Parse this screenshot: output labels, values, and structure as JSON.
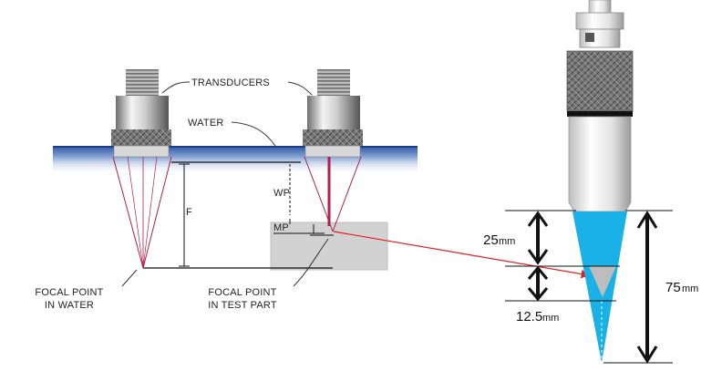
{
  "labels": {
    "transducers": "TRANSDUCERS",
    "water": "WATER",
    "wp": "WP",
    "mp": "MP",
    "f": "F",
    "focal_water_1": "FOCAL POINT",
    "focal_water_2": "IN WATER",
    "focal_part_1": "FOCAL POINT",
    "focal_part_2": "IN TEST PART"
  },
  "dimensions": {
    "d1_value": "25",
    "d1_unit": "mm",
    "d2_value": "12.5",
    "d2_unit": "mm",
    "d3_value": "75",
    "d3_unit": "mm"
  },
  "colors": {
    "water": "#3a64b0",
    "beam": "#b0204a",
    "cone": "#1ab2e6",
    "pointer": "#e02020"
  }
}
